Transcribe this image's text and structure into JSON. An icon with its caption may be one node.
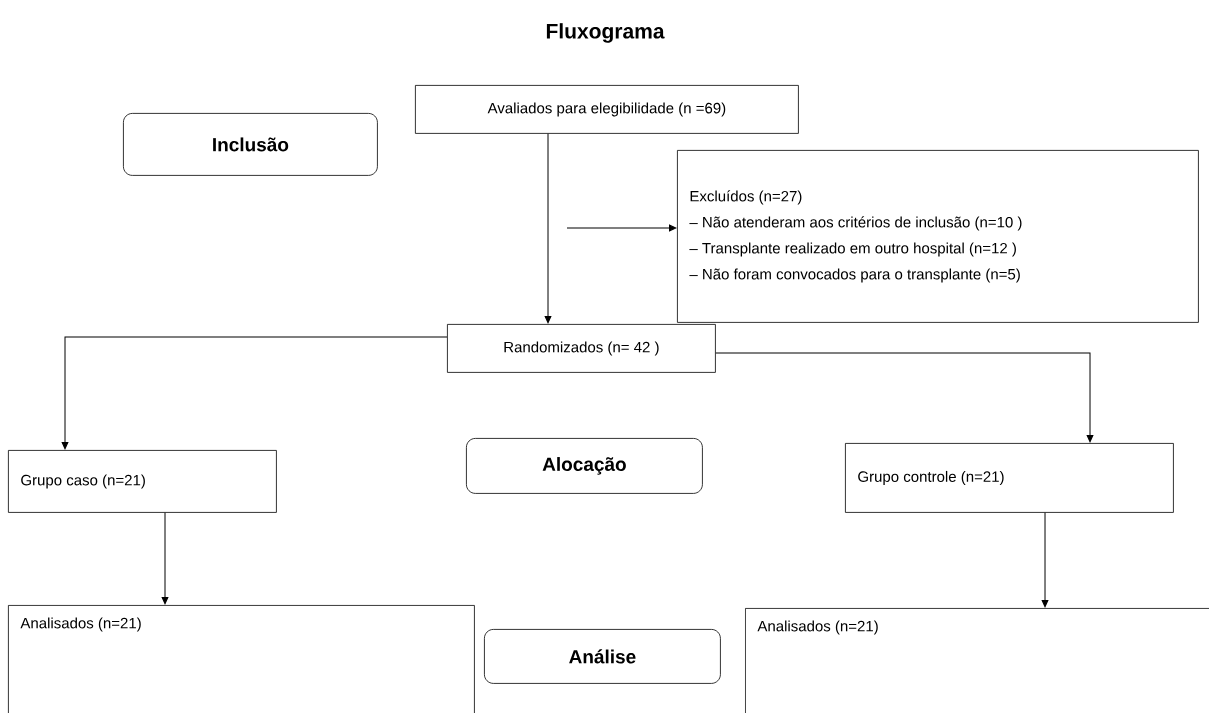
{
  "diagram": {
    "title": "Fluxograma",
    "nodes": [
      {
        "text": [
          "Inclusão"
        ]
      },
      {
        "text": [
          "Avaliados para elegibilidade (n =69)"
        ]
      },
      {
        "text": [
          "Excluídos (n=27)",
          "– Não atenderam aos critérios de inclusão (n=10 )",
          "– Transplante realizado em outro hospital (n=12 )",
          "– Não foram convocados para o transplante (n=5)"
        ]
      },
      {
        "text": [
          "Randomizados (n= 42 )"
        ]
      },
      {
        "text": [
          "Alocação"
        ]
      },
      {
        "text": [
          "Grupo caso (n=21)"
        ]
      },
      {
        "text": [
          "Grupo controle (n=21)"
        ]
      },
      {
        "text": [
          "Análise"
        ]
      },
      {
        "text": [
          "Analisados (n=21)"
        ]
      },
      {
        "text": [
          "Analisados (n=21)"
        ]
      }
    ],
    "edges": [
      {
        "from": 1,
        "to": 3,
        "arrow": "to"
      },
      {
        "from": null,
        "to": 2,
        "arrow": "to"
      },
      {
        "from": 3,
        "to": 5,
        "arrow": "to"
      },
      {
        "from": 3,
        "to": 6,
        "arrow": "to"
      },
      {
        "from": 5,
        "to": 8,
        "arrow": "to"
      },
      {
        "from": 6,
        "to": 9,
        "arrow": "to"
      }
    ]
  }
}
